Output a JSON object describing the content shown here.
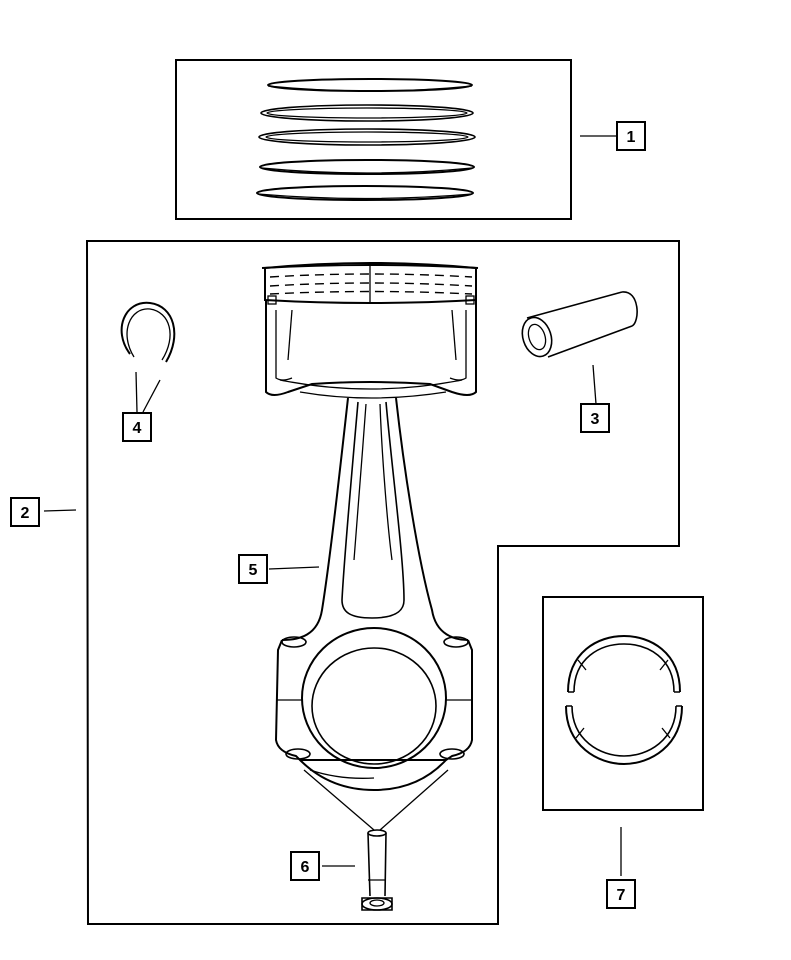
{
  "callouts": [
    {
      "label": "1",
      "part": "piston-ring-set"
    },
    {
      "label": "2",
      "part": "piston-and-connecting-rod-assembly"
    },
    {
      "label": "3",
      "part": "piston-pin"
    },
    {
      "label": "4",
      "part": "piston-pin-retainer"
    },
    {
      "label": "5",
      "part": "connecting-rod"
    },
    {
      "label": "6",
      "part": "connecting-rod-bolt"
    },
    {
      "label": "7",
      "part": "connecting-rod-bearing"
    }
  ]
}
